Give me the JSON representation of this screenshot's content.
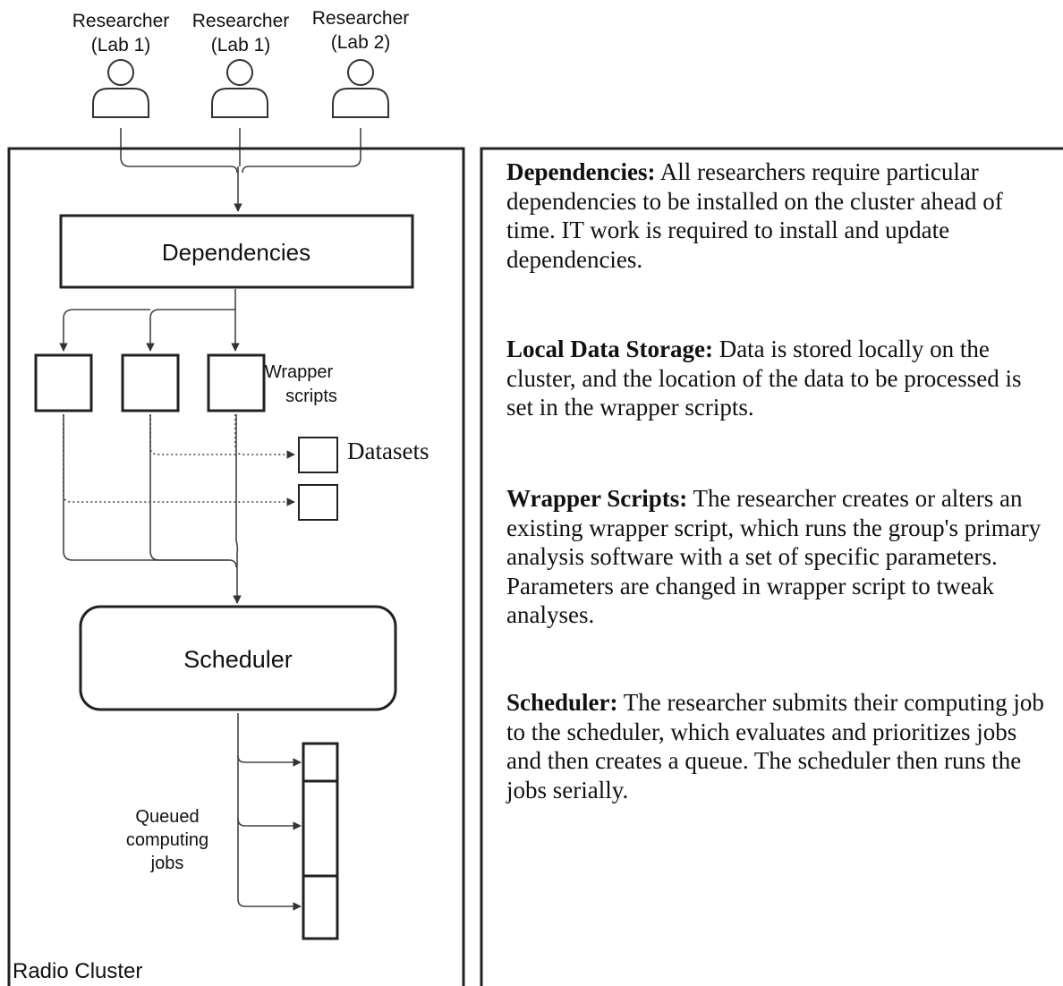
{
  "researchers": [
    {
      "name": "Researcher",
      "lab": "(Lab 1)"
    },
    {
      "name": "Researcher",
      "lab": "(Lab 1)"
    },
    {
      "name": "Researcher",
      "lab": "(Lab 2)"
    }
  ],
  "cluster_label": "Radio Cluster",
  "dependencies_label": "Dependencies",
  "wrapper_scripts_label": [
    "Wrapper",
    "scripts"
  ],
  "datasets_label": "Datasets",
  "scheduler_label": "Scheduler",
  "queued_jobs_label": [
    "Queued",
    "computing",
    "jobs"
  ],
  "descriptions": [
    {
      "title": "Dependencies:",
      "text": "All researchers require particular dependencies to be installed on the cluster ahead of time. IT work is required to install and update dependencies."
    },
    {
      "title": "Local Data Storage:",
      "text": "Data is stored locally on the cluster, and the location of the data to be processed is set in the wrapper scripts."
    },
    {
      "title": "Wrapper Scripts:",
      "text": "The researcher creates or alters an existing wrapper script, which runs the group's primary analysis software with a set of specific parameters. Parameters are changed in wrapper script to tweak analyses."
    },
    {
      "title": "Scheduler:",
      "text": "The researcher submits their computing job to the scheduler, which evaluates and prioritizes jobs and then creates a queue. The scheduler then runs the jobs serially."
    }
  ]
}
